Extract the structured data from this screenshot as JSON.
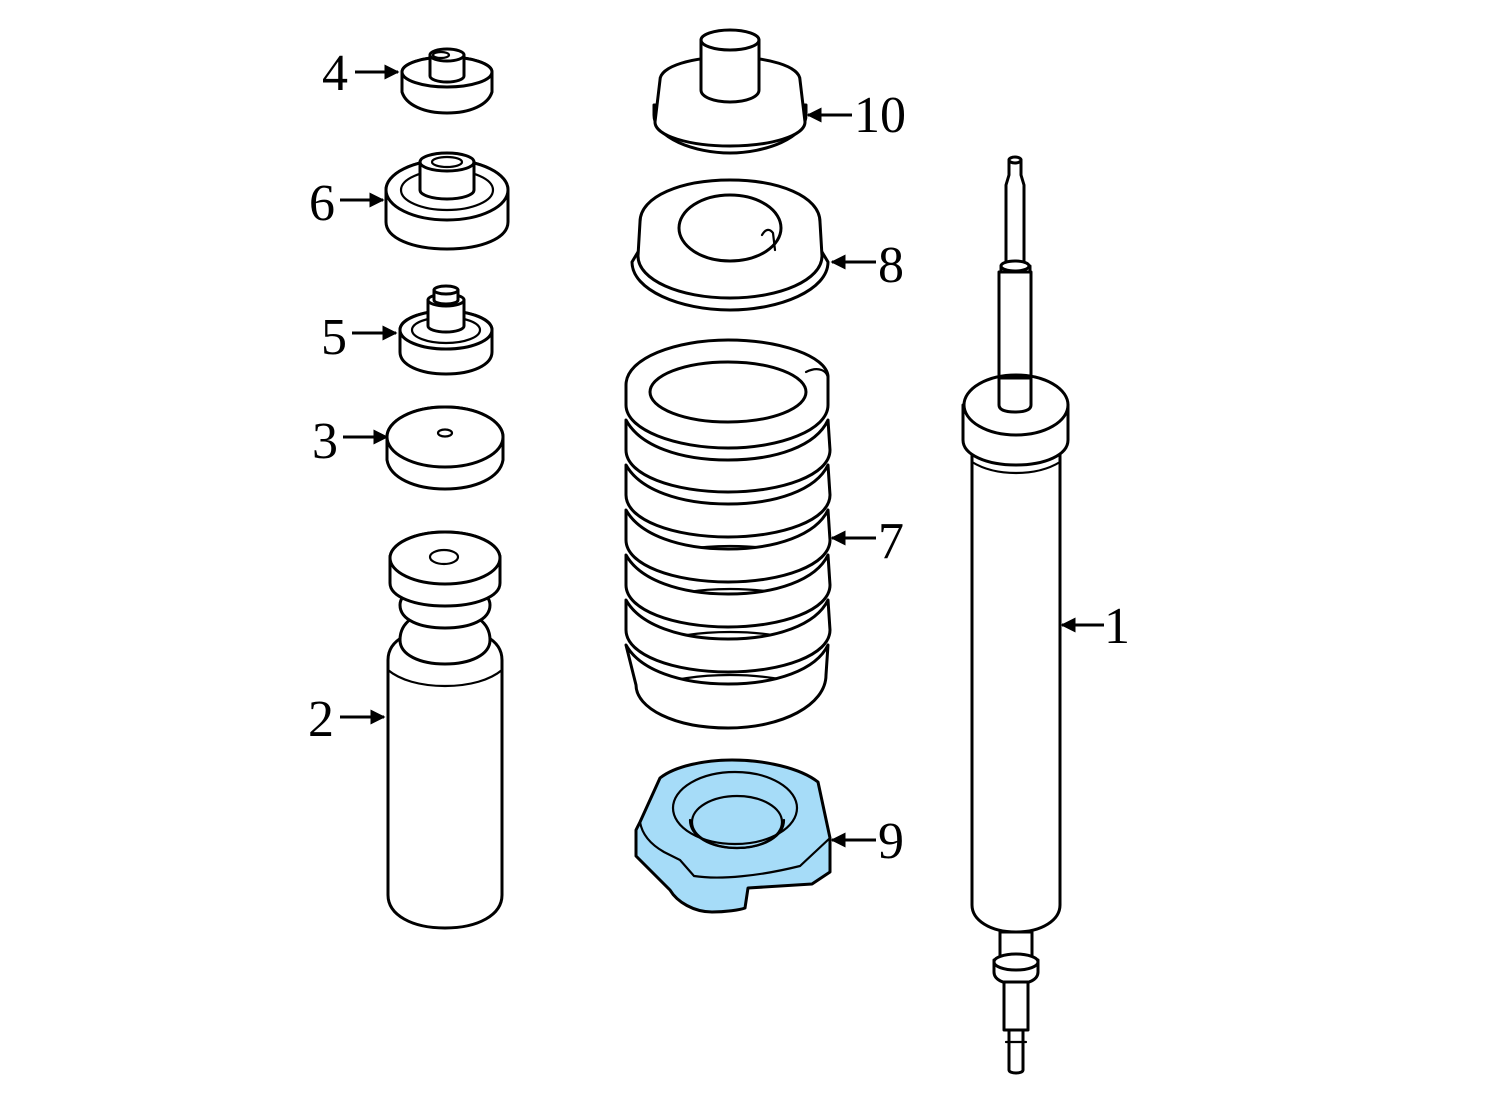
{
  "diagram": {
    "highlight_color": "#a6dcf8",
    "line_color": "#000000",
    "background_color": "#ffffff",
    "callouts": [
      {
        "id": "1",
        "text": "1"
      },
      {
        "id": "2",
        "text": "2"
      },
      {
        "id": "3",
        "text": "3"
      },
      {
        "id": "4",
        "text": "4"
      },
      {
        "id": "5",
        "text": "5"
      },
      {
        "id": "6",
        "text": "6"
      },
      {
        "id": "7",
        "text": "7"
      },
      {
        "id": "8",
        "text": "8"
      },
      {
        "id": "9",
        "text": "9"
      },
      {
        "id": "10",
        "text": "10"
      }
    ],
    "highlighted_part": "9"
  }
}
